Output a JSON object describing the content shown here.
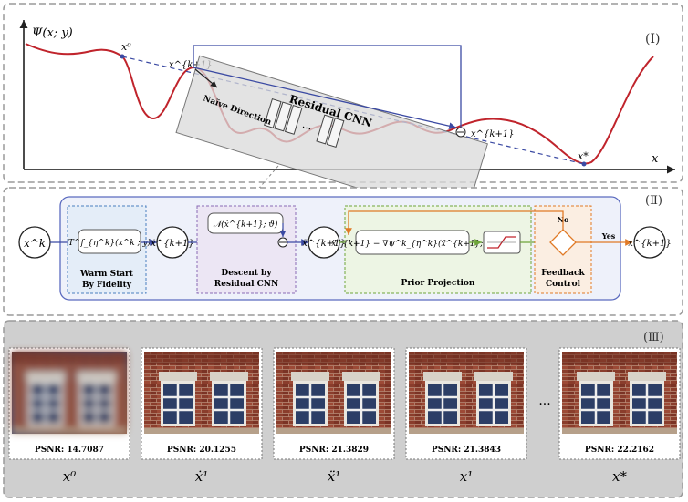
{
  "panel1": {
    "label": "(Ⅰ)",
    "y_axis_label": "Ψ(x; y)",
    "x_axis_label": "x",
    "point_x0": "x⁰",
    "point_xk1": "x^{k+1}",
    "point_xk1_bottom": "x^{k+1}",
    "point_xstar": "x*",
    "residual_cnn_title": "Residual CNN",
    "naive_direction": "Naïve Direction",
    "cnn_dots": "..."
  },
  "panel2": {
    "label": "(Ⅱ)",
    "node_xk": "x^k",
    "warm_start_formula": "T^f_{η^k}(x^k ; y)",
    "warm_start_label_1": "Warm Start",
    "warm_start_label_2": "By Fidelity",
    "node_xdot": "ẋ^{k+1}",
    "cnn_formula": "𝒩(ẋ^{k+1}; ϑ)",
    "descent_label_1": "Descent by",
    "descent_label_2": "Residual CNN",
    "node_xddot": "ẍ^{k+1}",
    "prior_formula": "ẍ^{k+1} − ∇ψ^k_{η^k}(ẍ^{k+1}; y)",
    "prior_label": "Prior Projection",
    "no_label": "No",
    "yes_label": "Yes",
    "feedback_label_1": "Feedback",
    "feedback_label_2": "Control",
    "node_output": "x^{k+1}"
  },
  "panel3": {
    "label": "(Ⅲ)",
    "ellipsis": "···",
    "images": [
      {
        "psnr": "PSNR: 14.7087",
        "caption": "x⁰"
      },
      {
        "psnr": "PSNR: 20.1255",
        "caption": "ẋ¹"
      },
      {
        "psnr": "PSNR: 21.3829",
        "caption": "ẍ¹"
      },
      {
        "psnr": "PSNR: 21.3843",
        "caption": "x¹"
      },
      {
        "psnr": "PSNR: 22.2162",
        "caption": "x*"
      }
    ]
  },
  "colors": {
    "curve": "#c0242c",
    "blue_line": "#3b4aa3",
    "panel_border": "#9a9a9a",
    "panel3_bg": "#cfcfcf",
    "green": "#6ea53a",
    "orange": "#e07a26",
    "purple": "#8a6bb5"
  }
}
